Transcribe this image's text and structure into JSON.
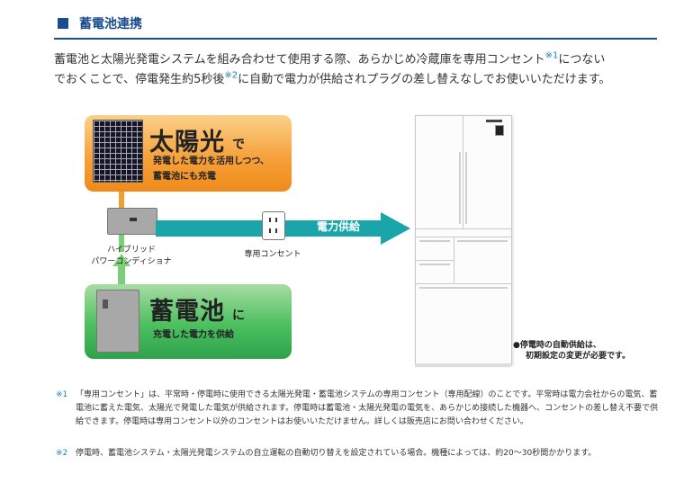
{
  "heading": {
    "title": "蓄電池連携",
    "accent": "#1a4d8c"
  },
  "intro": {
    "text1": "蓄電池と太陽光発電システムを組み合わせて使用する際、あらかじめ冷蔵庫を専用コンセント",
    "sup1": "※1",
    "text2": "につない",
    "text3": "でおくことで、停電発生約5秒後",
    "sup2": "※2",
    "text4": "に自動で電力が供給されプラグの差し替えなしでお使いいただけます。"
  },
  "diagram": {
    "solar_title": "太陽光",
    "solar_particle": "で",
    "solar_desc1": "発電した電力を活用しつつ、",
    "solar_desc2": "蓄電池にも充電",
    "battery_title": "蓄電池",
    "battery_particle": "に",
    "battery_desc": "充電した電力を供給",
    "pcs_label1": "ハイブリッド",
    "pcs_label2": "パワーコンディショナ",
    "outlet_label": "専用コンセント",
    "flow_label": "電力供給",
    "note_line1": "●停電時の自動供給は、",
    "note_line2": "初期設定の変更が必要です。",
    "colors": {
      "solar": "#f6a23c",
      "battery": "#4cbf5f",
      "arrow": "#1aa5a8"
    },
    "icons": [
      "solar-panel-icon",
      "battery-cabinet-icon",
      "power-conditioner-icon",
      "outlet-icon",
      "refrigerator-icon"
    ]
  },
  "footnotes": [
    {
      "mark": "※1",
      "text": "「専用コンセント」は、平常時・停電時に使用できる太陽光発電・蓄電池システムの専用コンセント（専用配線）のことです。平常時は電力会社からの電気、蓄電池に蓄えた電気、太陽光で発電した電気が供給されます。停電時は蓄電池・太陽光発電の電気を、あらかじめ接続した機器へ、コンセントの差し替え不要で供給できます。停電時は専用コンセント以外のコンセントはお使いいただけません。詳しくは販売店にお問い合わせください。"
    },
    {
      "mark": "※2",
      "text": "停電時、蓄電池システム・太陽光発電システムの自立運転の自動切り替えを設定されている場合。機種によっては、約20～30秒間かかります。"
    }
  ]
}
